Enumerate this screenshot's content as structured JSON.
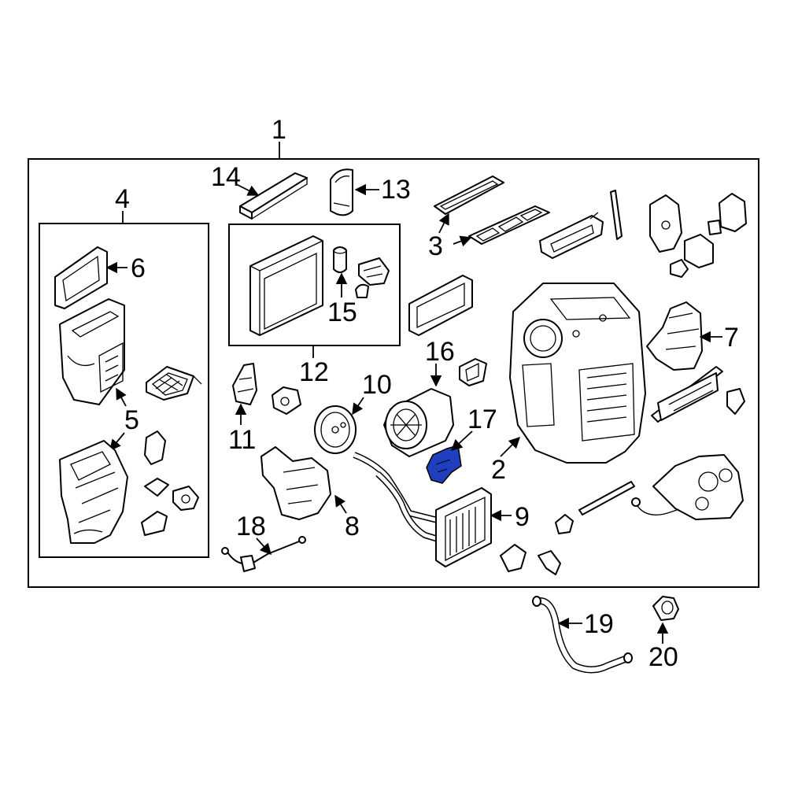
{
  "diagram": {
    "callouts": {
      "c1": "1",
      "c2": "2",
      "c3": "3",
      "c4": "4",
      "c5": "5",
      "c6": "6",
      "c7": "7",
      "c8": "8",
      "c9": "9",
      "c10": "10",
      "c11": "11",
      "c12": "12",
      "c13": "13",
      "c14": "14",
      "c15": "15",
      "c16": "16",
      "c17": "17",
      "c18": "18",
      "c19": "19",
      "c20": "20"
    },
    "highlight_color": "#1f3fbf",
    "highlighted_part": "17"
  }
}
